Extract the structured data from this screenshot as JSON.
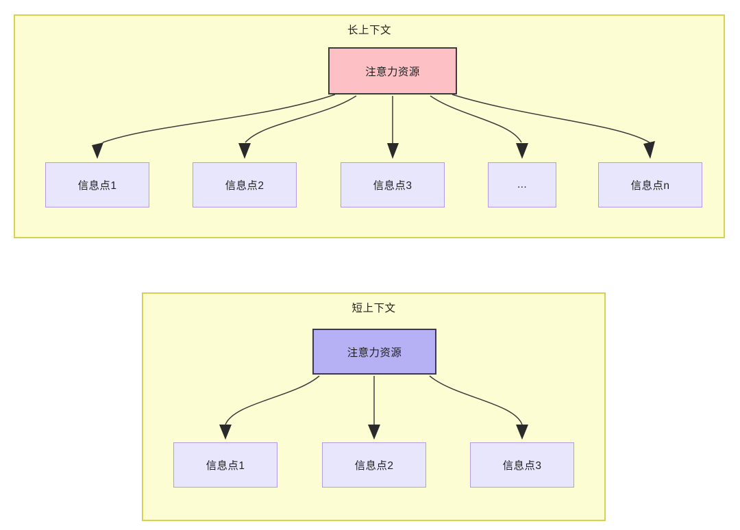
{
  "diagram": {
    "title_long": "长上下文",
    "title_short": "短上下文",
    "colors": {
      "panel_fill": "#fdfdd4",
      "panel_border": "#d6d14e",
      "root_long_fill": "#fcc0c5",
      "root_short_fill": "#b6b0f5",
      "root_border": "#40393b",
      "leaf_fill": "#e8e6fd",
      "leaf_border": "#b39ae8",
      "edge_stroke": "#3b3b3b"
    }
  },
  "panel_long": {
    "title": "长上下文",
    "root": {
      "label": "注意力资源"
    },
    "leaves": [
      {
        "label": "信息点1"
      },
      {
        "label": "信息点2"
      },
      {
        "label": "信息点3"
      },
      {
        "label": "..."
      },
      {
        "label": "信息点n"
      }
    ]
  },
  "panel_short": {
    "title": "短上下文",
    "root": {
      "label": "注意力资源"
    },
    "leaves": [
      {
        "label": "信息点1"
      },
      {
        "label": "信息点2"
      },
      {
        "label": "信息点3"
      }
    ]
  }
}
